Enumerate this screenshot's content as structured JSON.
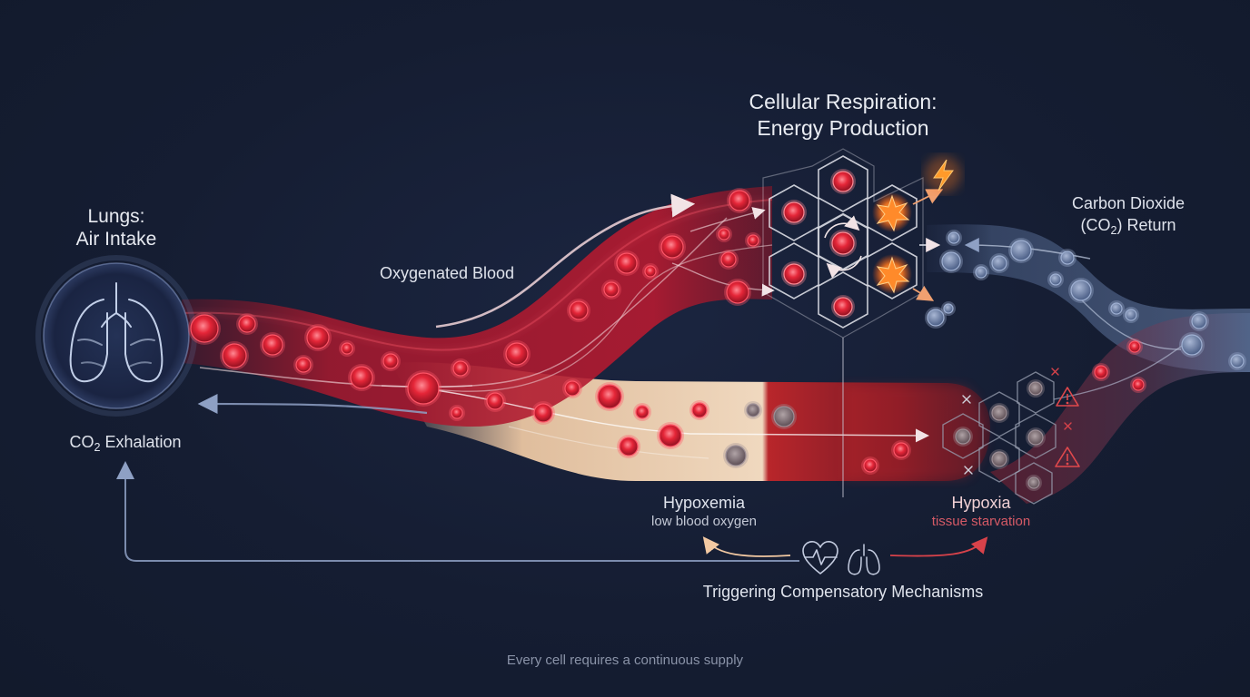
{
  "lungs": {
    "title_line1": "Lungs:",
    "title_line2": "Air Intake",
    "exhale": "CO",
    "exhale_sub": "2",
    "exhale_tail": " Exhalation",
    "icon": "lungs-icon"
  },
  "blood": {
    "oxygenated_label": "Oxygenated Blood"
  },
  "cell": {
    "title_line1": "Cellular Respiration:",
    "title_line2": "Energy Production",
    "energy_icon": "lightning-icon"
  },
  "co2_return": {
    "line1": "Carbon Dioxide",
    "line2_pre": "(CO",
    "line2_sub": "2",
    "line2_post": ") Return"
  },
  "hypoxemia": {
    "title": "Hypoxemia",
    "subtitle": "low blood oxygen"
  },
  "hypoxia": {
    "title": "Hypoxia",
    "subtitle": "tissue starvation",
    "warning_icon": "warning-icon"
  },
  "compensation": {
    "label": "Triggering Compensatory Mechanisms",
    "icons": [
      "heart-pulse-icon",
      "lungs-icon"
    ]
  },
  "footer": "Every cell requires a continuous supply",
  "colors": {
    "background": "#141c30",
    "oxygenated": "#e3283c",
    "deoxygenated": "#7d92b8",
    "hypoxemia": "#f7d2b0",
    "hypoxia": "#c8231e",
    "energy": "#ff8a2a"
  }
}
